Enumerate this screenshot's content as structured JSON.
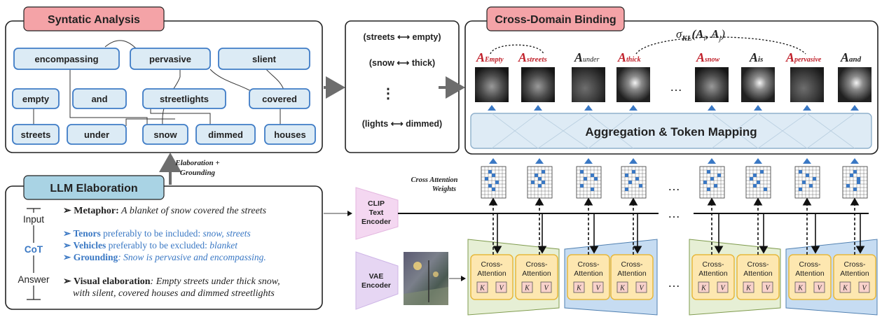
{
  "syntactic": {
    "title": "Syntatic Analysis",
    "words": {
      "encompassing": "encompassing",
      "pervasive": "pervasive",
      "slient": "slient",
      "empty": "empty",
      "and": "and",
      "streetlights": "streetlights",
      "covered": "covered",
      "streets": "streets",
      "under": "under",
      "snow": "snow",
      "dimmed": "dimmed",
      "houses": "houses"
    }
  },
  "pairs": {
    "pair1": "(streets ⟷ empty)",
    "pair2": "(snow ⟷ thick)",
    "pair3": "(lights ⟷ dimmed)",
    "dots": "⋮"
  },
  "elaboration_label": {
    "line1": "Elaboration +",
    "line2": "Grounding"
  },
  "llm": {
    "title": "LLM Elaboration",
    "input": "Input",
    "cot": "CoT",
    "answer": "Answer",
    "metaphor_label": "Metaphor:",
    "metaphor_text": " A blanket of snow covered the streets",
    "tenors_label": "Tenors",
    "tenors_text": " preferably to be included: ",
    "tenors_items": "snow, streets",
    "vehicles_label": "Vehicles",
    "vehicles_text": " preferably to be excluded: ",
    "vehicles_items": "blanket",
    "grounding_label": "Grounding",
    "grounding_text": ": Snow is pervasive and encompassing.",
    "visual_label": "Visual elaboration",
    "visual_line1": ": Empty streets under thick snow,",
    "visual_line2": "with silent, covered houses and dimmed streetlights"
  },
  "binding": {
    "title": "Cross-Domain Binding",
    "sigma": "σ",
    "sigma_sub": "KL",
    "sigma_args": "(A",
    "sigma_i": "i",
    "sigma_mid": ", A",
    "sigma_j": "j",
    "sigma_close": ")",
    "tokens": {
      "t1": "Empty",
      "t2": "streets",
      "t3": "under",
      "t4": "thick",
      "t5": "snow",
      "t6": "is",
      "t7": "pervasive",
      "t8": "and"
    },
    "attn_letter": "A",
    "ellipsis": "…",
    "aggregation": "Aggregation & Token Mapping"
  },
  "lower": {
    "cross_attn_label1": "Cross Attention",
    "cross_attn_label2": "Weights",
    "clip1": "CLIP",
    "clip2": "Text",
    "clip3": "Encoder",
    "vae1": "VAE",
    "vae2": "Encoder",
    "ca_line1": "Cross-",
    "ca_line2": "Attention",
    "k": "K",
    "v": "V",
    "ellipsis": "…"
  },
  "colors": {
    "title_red": "#f4a3a7",
    "title_blue": "#a9d3e4",
    "word_fill": "#dcebf5",
    "word_stroke": "#3f7cc6",
    "token_red": "#c0202a",
    "accent_blue": "#3a78c4",
    "unet_green": "#e6efd5",
    "unet_blue": "#c6dcf2",
    "ca_fill": "#fde7b0",
    "ca_stroke": "#e7b83c",
    "kv_fill": "#f9d2cb",
    "clip_fill": "#f4d7f1",
    "vae_fill": "#e6d6f3"
  }
}
